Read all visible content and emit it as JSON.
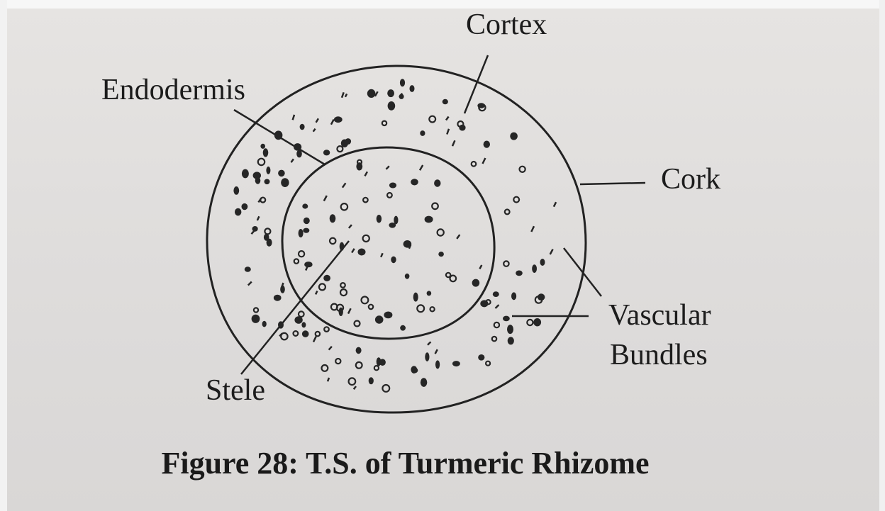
{
  "labels": {
    "cortex": "Cortex",
    "endodermis": "Endodermis",
    "cork": "Cork",
    "vascular": "Vascular",
    "bundles": "Bundles",
    "stele": "Stele"
  },
  "caption": "Figure 28: T.S. of Turmeric Rhizome",
  "colors": {
    "ink": "#1c1c1c",
    "paper": "#e4e2e0"
  }
}
